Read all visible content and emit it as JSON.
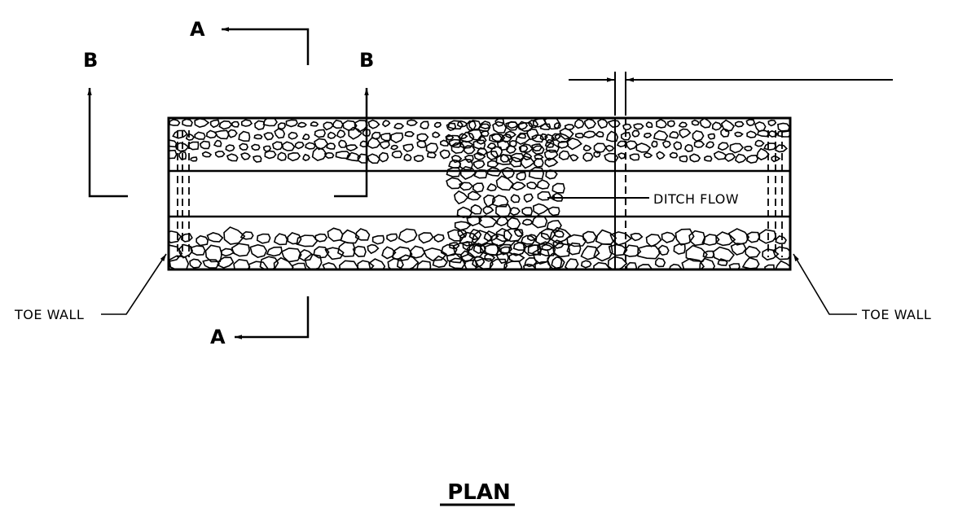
{
  "drawing": {
    "title": "PLAN",
    "section_a_label": "A",
    "section_b_label": "B",
    "callouts": {
      "toe_wall_left": "TOE WALL",
      "toe_wall_right": "TOE WALL",
      "ditch_flow": "DITCH FLOW"
    }
  },
  "colors": {
    "line": "#000000",
    "background": "#ffffff"
  }
}
